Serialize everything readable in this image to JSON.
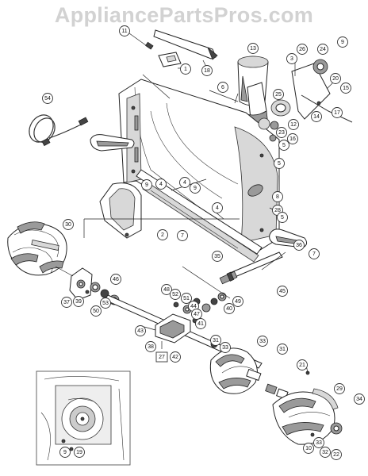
{
  "watermark": "AppliancePartsPros.com",
  "colors": {
    "line": "#222222",
    "shade": "#9a9a9a",
    "watermark": "#d2d2d2"
  },
  "callouts": [
    {
      "label": "11"
    },
    {
      "label": "1"
    },
    {
      "label": "18"
    },
    {
      "label": "13"
    },
    {
      "label": "26"
    },
    {
      "label": "24"
    },
    {
      "label": "9"
    },
    {
      "label": "3"
    },
    {
      "label": "20"
    },
    {
      "label": "6"
    },
    {
      "label": "15"
    },
    {
      "label": "54"
    },
    {
      "label": "25"
    },
    {
      "label": "17"
    },
    {
      "label": "12"
    },
    {
      "label": "14"
    },
    {
      "label": "23"
    },
    {
      "label": "16"
    },
    {
      "label": "5"
    },
    {
      "label": "5"
    },
    {
      "label": "9"
    },
    {
      "label": "4"
    },
    {
      "label": "4"
    },
    {
      "label": "9"
    },
    {
      "label": "8"
    },
    {
      "label": "28"
    },
    {
      "label": "4"
    },
    {
      "label": "5"
    },
    {
      "label": "2"
    },
    {
      "label": "7"
    },
    {
      "label": "36"
    },
    {
      "label": "7"
    },
    {
      "label": "35"
    },
    {
      "label": "30"
    },
    {
      "label": "45"
    },
    {
      "label": "46"
    },
    {
      "label": "48"
    },
    {
      "label": "52"
    },
    {
      "label": "51"
    },
    {
      "label": "44"
    },
    {
      "label": "47"
    },
    {
      "label": "40"
    },
    {
      "label": "49"
    },
    {
      "label": "41"
    },
    {
      "label": "37"
    },
    {
      "label": "39"
    },
    {
      "label": "50"
    },
    {
      "label": "53"
    },
    {
      "label": "43"
    },
    {
      "label": "38"
    },
    {
      "label": "27",
      "boxed": true
    },
    {
      "label": "42"
    },
    {
      "label": "31"
    },
    {
      "label": "33"
    },
    {
      "label": "33"
    },
    {
      "label": "31"
    },
    {
      "label": "21"
    },
    {
      "label": "29"
    },
    {
      "label": "34"
    },
    {
      "label": "10"
    },
    {
      "label": "33"
    },
    {
      "label": "32"
    },
    {
      "label": "22"
    },
    {
      "label": "9"
    },
    {
      "label": "19"
    }
  ]
}
